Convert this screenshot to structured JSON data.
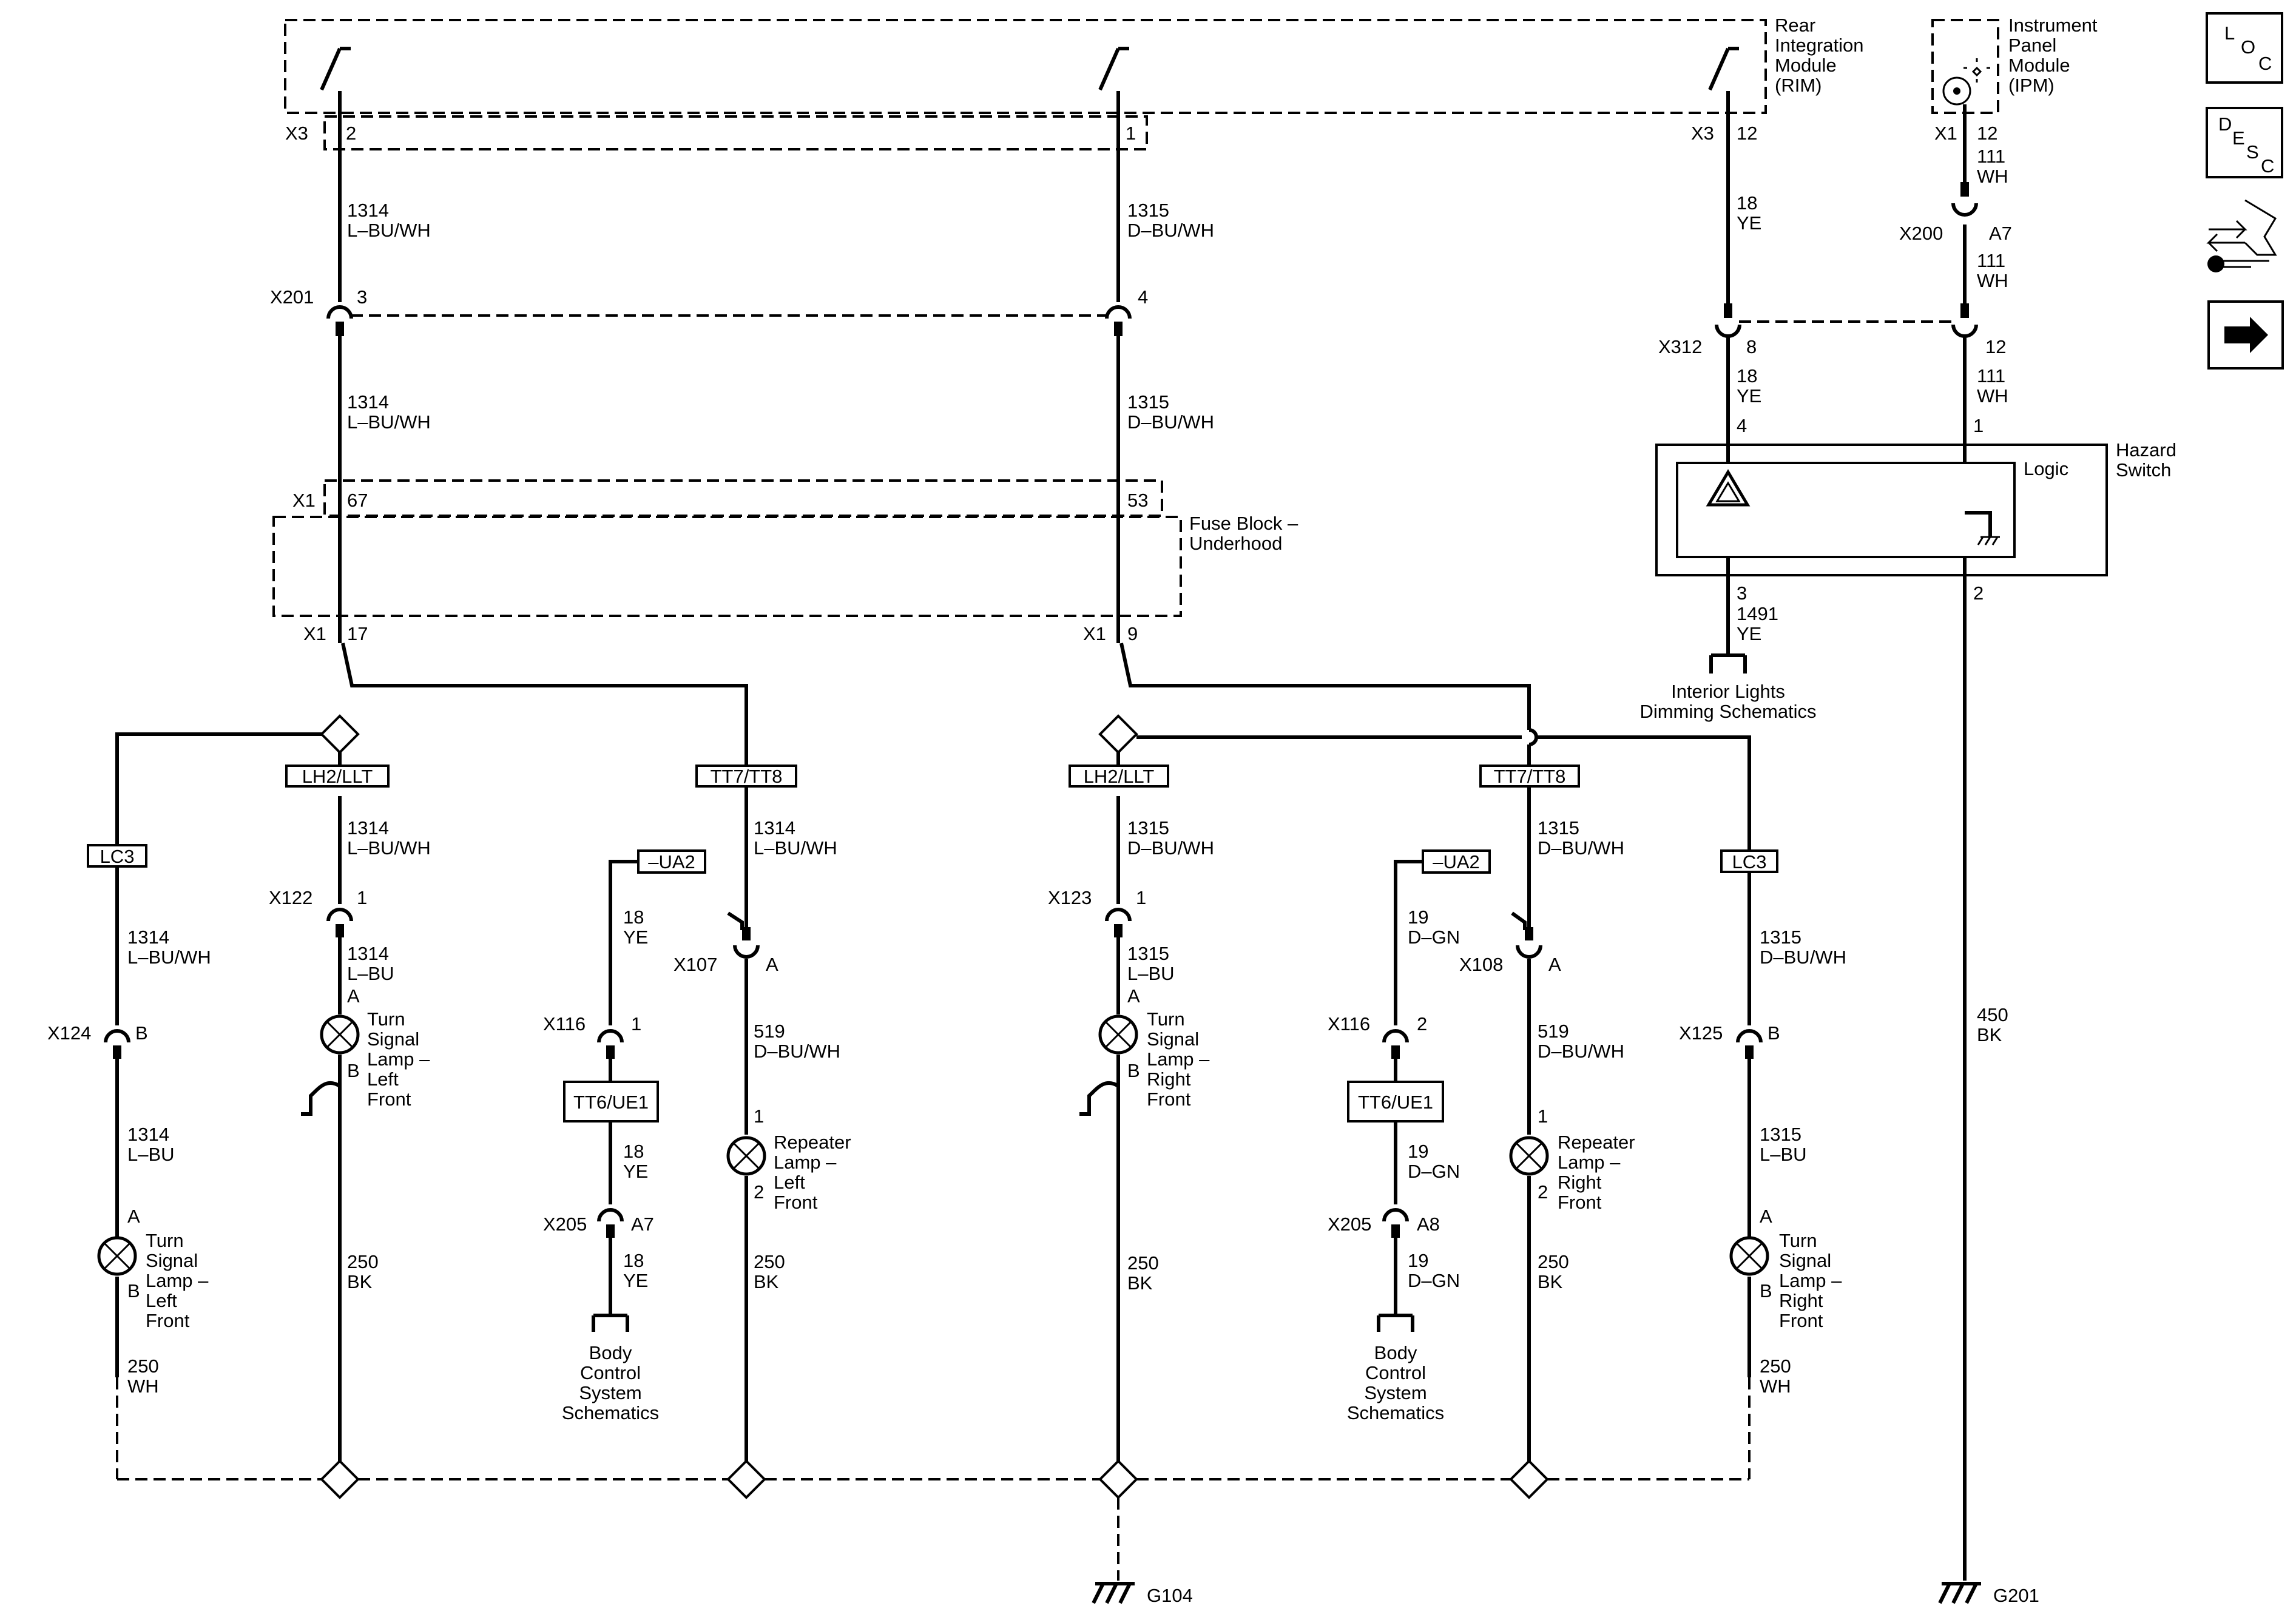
{
  "components": {
    "rim": [
      "Rear",
      "Integration",
      "Module",
      "(RIM)"
    ],
    "ipm": [
      "Instrument",
      "Panel",
      "Module",
      "(IPM)"
    ],
    "fuse_block": [
      "Fuse Block –",
      "Underhood"
    ],
    "hazard_switch": [
      "Hazard",
      "Switch"
    ],
    "hazard_logic": "Logic",
    "tsl_lf": [
      "Turn",
      "Signal",
      "Lamp –",
      "Left",
      "Front"
    ],
    "tsl_rf": [
      "Turn",
      "Signal",
      "Lamp –",
      "Right",
      "Front"
    ],
    "rep_lf": [
      "Repeater",
      "Lamp –",
      "Left",
      "Front"
    ],
    "rep_rf": [
      "Repeater",
      "Lamp –",
      "Right",
      "Front"
    ],
    "body_control": [
      "Body",
      "Control",
      "System",
      "Schematics"
    ],
    "interior_lights": [
      "Interior Lights",
      "Dimming Schematics"
    ]
  },
  "connectors": {
    "x3": "X3",
    "x1": "X1",
    "x201": "X201",
    "x200": "X200",
    "x312": "X312",
    "x122": "X122",
    "x123": "X123",
    "x124": "X124",
    "x125": "X125",
    "x107": "X107",
    "x108": "X108",
    "x116": "X116",
    "x205": "X205"
  },
  "pins": {
    "rim_2": "2",
    "rim_1": "1",
    "rim_12": "12",
    "ipm_12": "12",
    "x200_a7": "A7",
    "x201_3": "3",
    "x201_4": "4",
    "x312_8": "8",
    "x312_12": "12",
    "fb_67": "67",
    "fb_53": "53",
    "fb_17": "17",
    "fb_9": "9",
    "hs_4": "4",
    "hs_1": "1",
    "hs_3": "3",
    "hs_2": "2",
    "x122_1": "1",
    "x123_1": "1",
    "x124_b": "B",
    "x125_b": "B",
    "x107_a": "A",
    "x108_a": "A",
    "x116_1": "1",
    "x116_2": "2",
    "x205_a7": "A7",
    "x205_a8": "A8",
    "lamp_a": "A",
    "lamp_b": "B",
    "rep_1": "1",
    "rep_2": "2"
  },
  "wires": {
    "c1314_lbuwh": [
      "1314",
      "L–BU/WH"
    ],
    "c1315_dbuwh": [
      "1315",
      "D–BU/WH"
    ],
    "c1314_lbu": [
      "1314",
      "L–BU"
    ],
    "c1315_lbu": [
      "1315",
      "L–BU"
    ],
    "c18_ye": [
      "18",
      "YE"
    ],
    "c19_dgn": [
      "19",
      "D–GN"
    ],
    "c111_wh": [
      "111",
      "WH"
    ],
    "c1491_ye": [
      "1491",
      "YE"
    ],
    "c519_dbuwh": [
      "519",
      "D–BU/WH"
    ],
    "c250_bk": [
      "250",
      "BK"
    ],
    "c250_wh": [
      "250",
      "WH"
    ],
    "c450_bk": [
      "450",
      "BK"
    ]
  },
  "options": {
    "lh2_llt": "LH2/LLT",
    "tt7_tt8": "TT7/TT8",
    "lc3": "LC3",
    "ua2": "–UA2",
    "tt6_ue1": "TT6/UE1"
  },
  "grounds": {
    "g104": "G104",
    "g201": "G201"
  },
  "nav": {
    "loc": [
      "L",
      "O",
      "C"
    ],
    "desc": [
      "D",
      "E",
      "S",
      "C"
    ]
  }
}
